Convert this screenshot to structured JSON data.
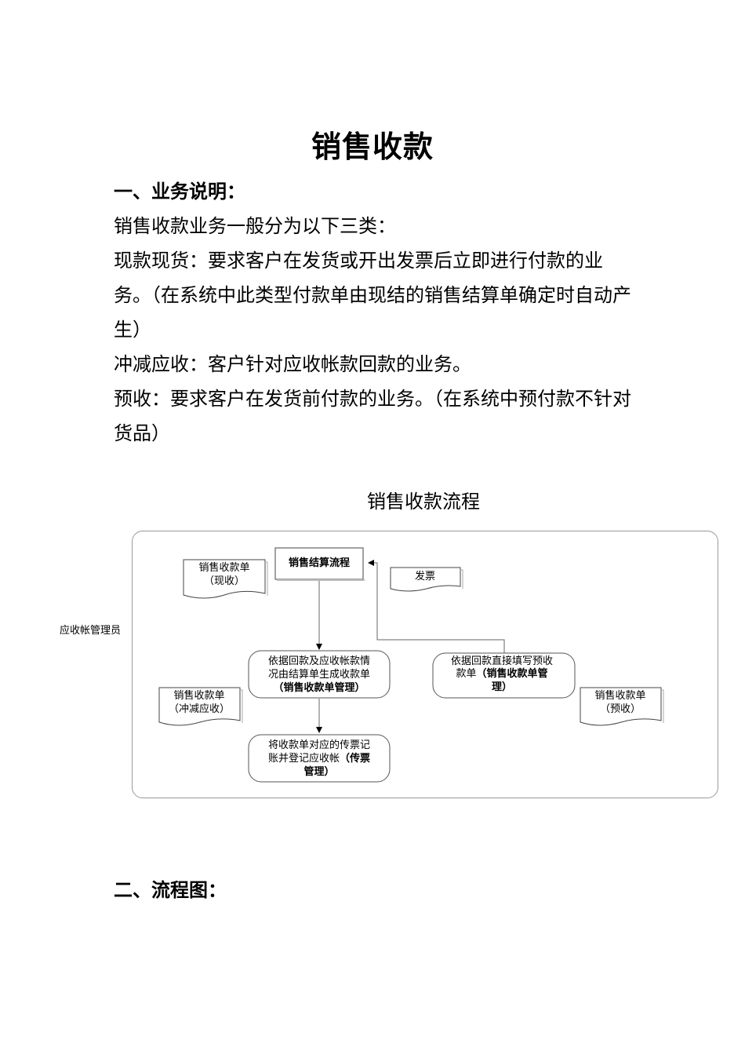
{
  "document": {
    "title": "销售收款",
    "section1_heading": "一、业务说明：",
    "paragraphs": [
      "销售收款业务一般分为以下三类：",
      "现款现货：要求客户在发货或开出发票后立即进行付款的业务。（在系统中此类型付款单由现结的销售结算单确定时自动产生）",
      "冲减应收：客户针对应收帐款回款的业务。",
      "预收：要求客户在发货前付款的业务。（在系统中预付款不针对货品）"
    ],
    "section2_heading": "二、流程图："
  },
  "flow": {
    "title": "销售收款流程",
    "actor": "应收帐管理员",
    "settlement": "销售结算流程",
    "invoice": "发票",
    "doc_cash": {
      "line1": "销售收款单",
      "line2": "（现收）"
    },
    "doc_offset": {
      "line1": "销售收款单",
      "line2": "（冲减应收）"
    },
    "doc_prepay": {
      "line1": "销售收款单",
      "line2": "（预收）"
    },
    "step_generate": {
      "line1": "依据回款及应收帐款情",
      "line2": "况由结算单生成收款单",
      "line3": "（销售收款单管理）"
    },
    "step_direct": {
      "line1": "依据回款直接填写预收",
      "line2a": "款单",
      "line2b": "（销售收款单管",
      "line3": "理）"
    },
    "step_post": {
      "line1": "将收款单对应的传票记",
      "line2a": "账并登记应收帐",
      "line2b": "（传票",
      "line3": "管理）"
    }
  }
}
